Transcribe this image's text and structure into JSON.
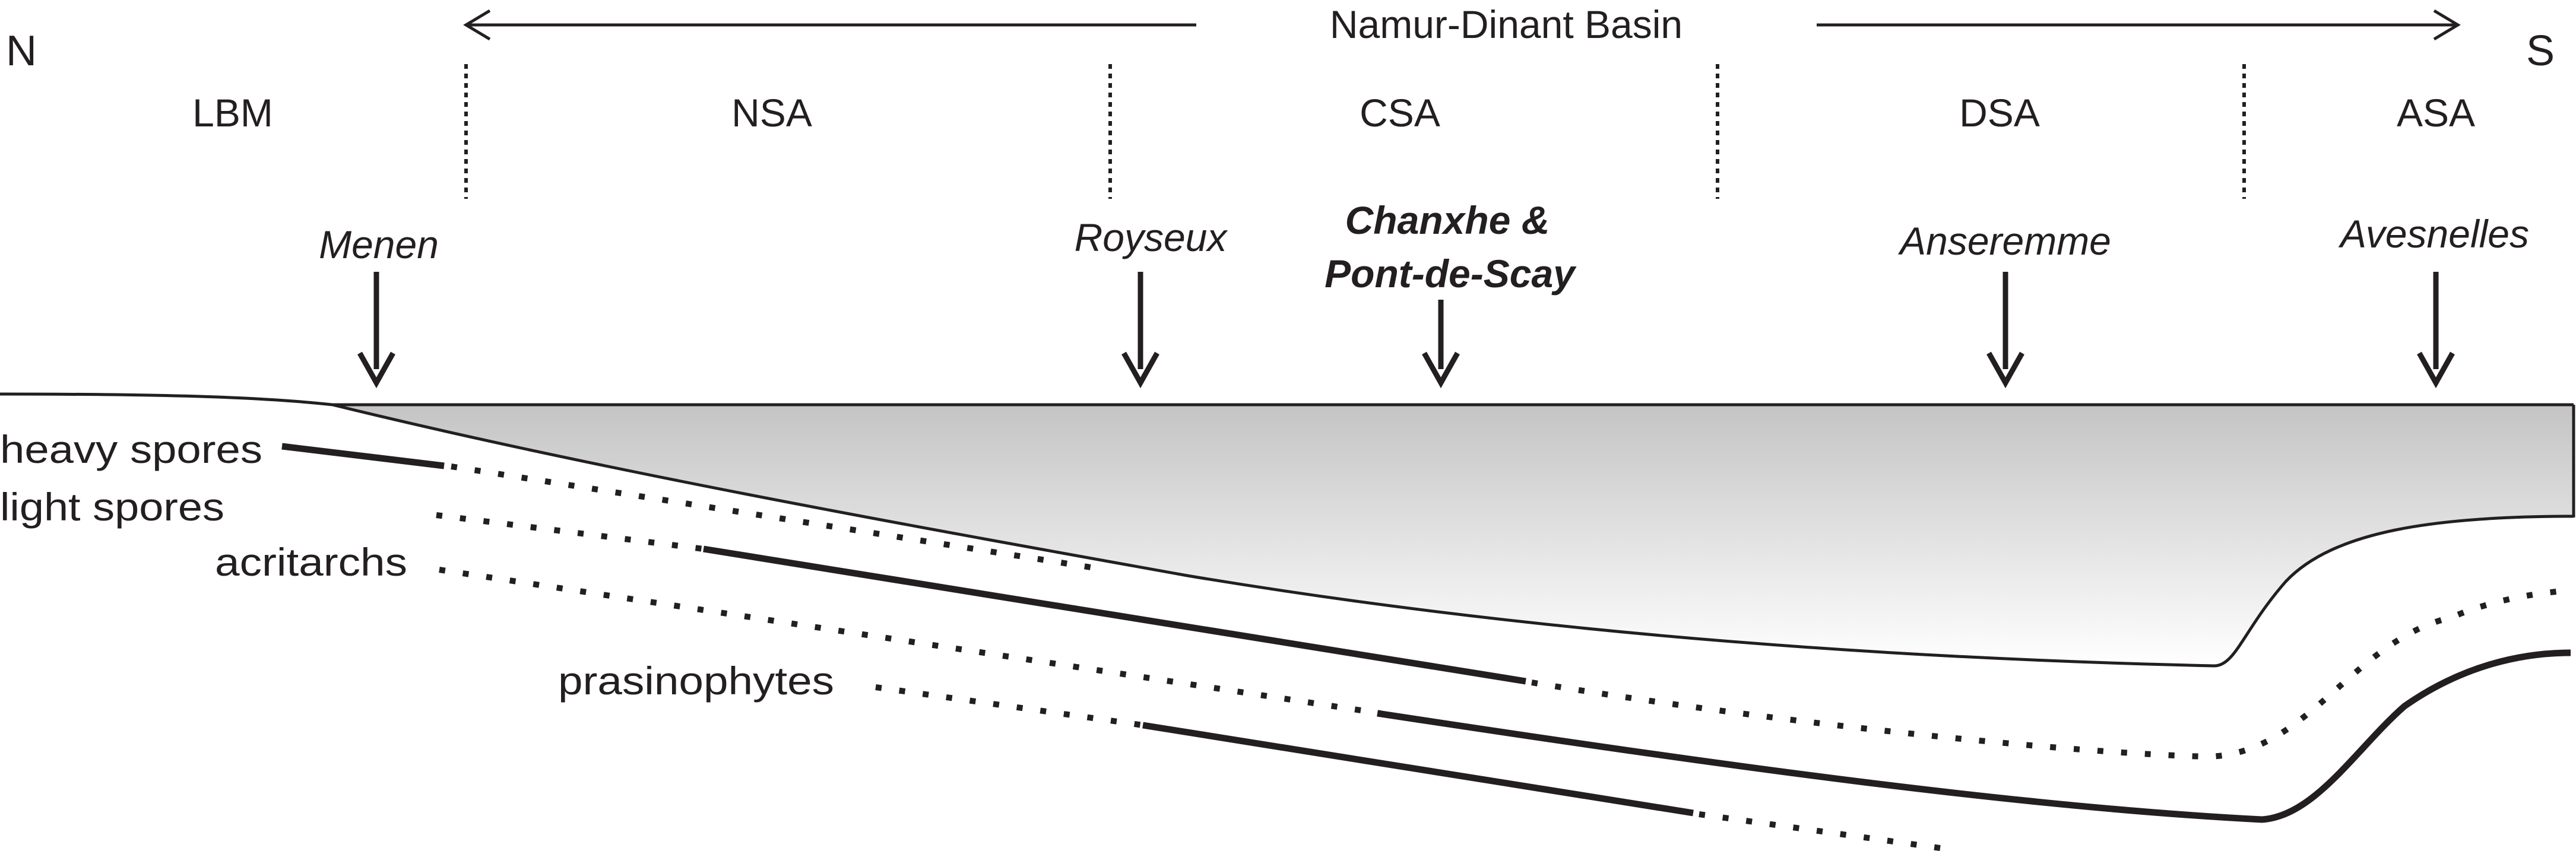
{
  "title": "Namur-Dinant Basin",
  "compass": {
    "north": "N",
    "south": "S"
  },
  "zones": [
    "LBM",
    "NSA",
    "CSA",
    "DSA",
    "ASA"
  ],
  "localities": {
    "menen": "Menen",
    "royseux": "Royseux",
    "chanxhe_line1": "Chanxhe &",
    "chanxhe_line2": "Pont-de-Scay",
    "anseremme": "Anseremme",
    "avesnelles": "Avesnelles"
  },
  "groups": {
    "heavy_spores": "heavy spores",
    "light_spores": "light spores",
    "acritarchs": "acritarchs",
    "prasinophytes": "prasinophytes"
  },
  "colors": {
    "ink": "#231f20",
    "shade": "#c8c8c8"
  }
}
